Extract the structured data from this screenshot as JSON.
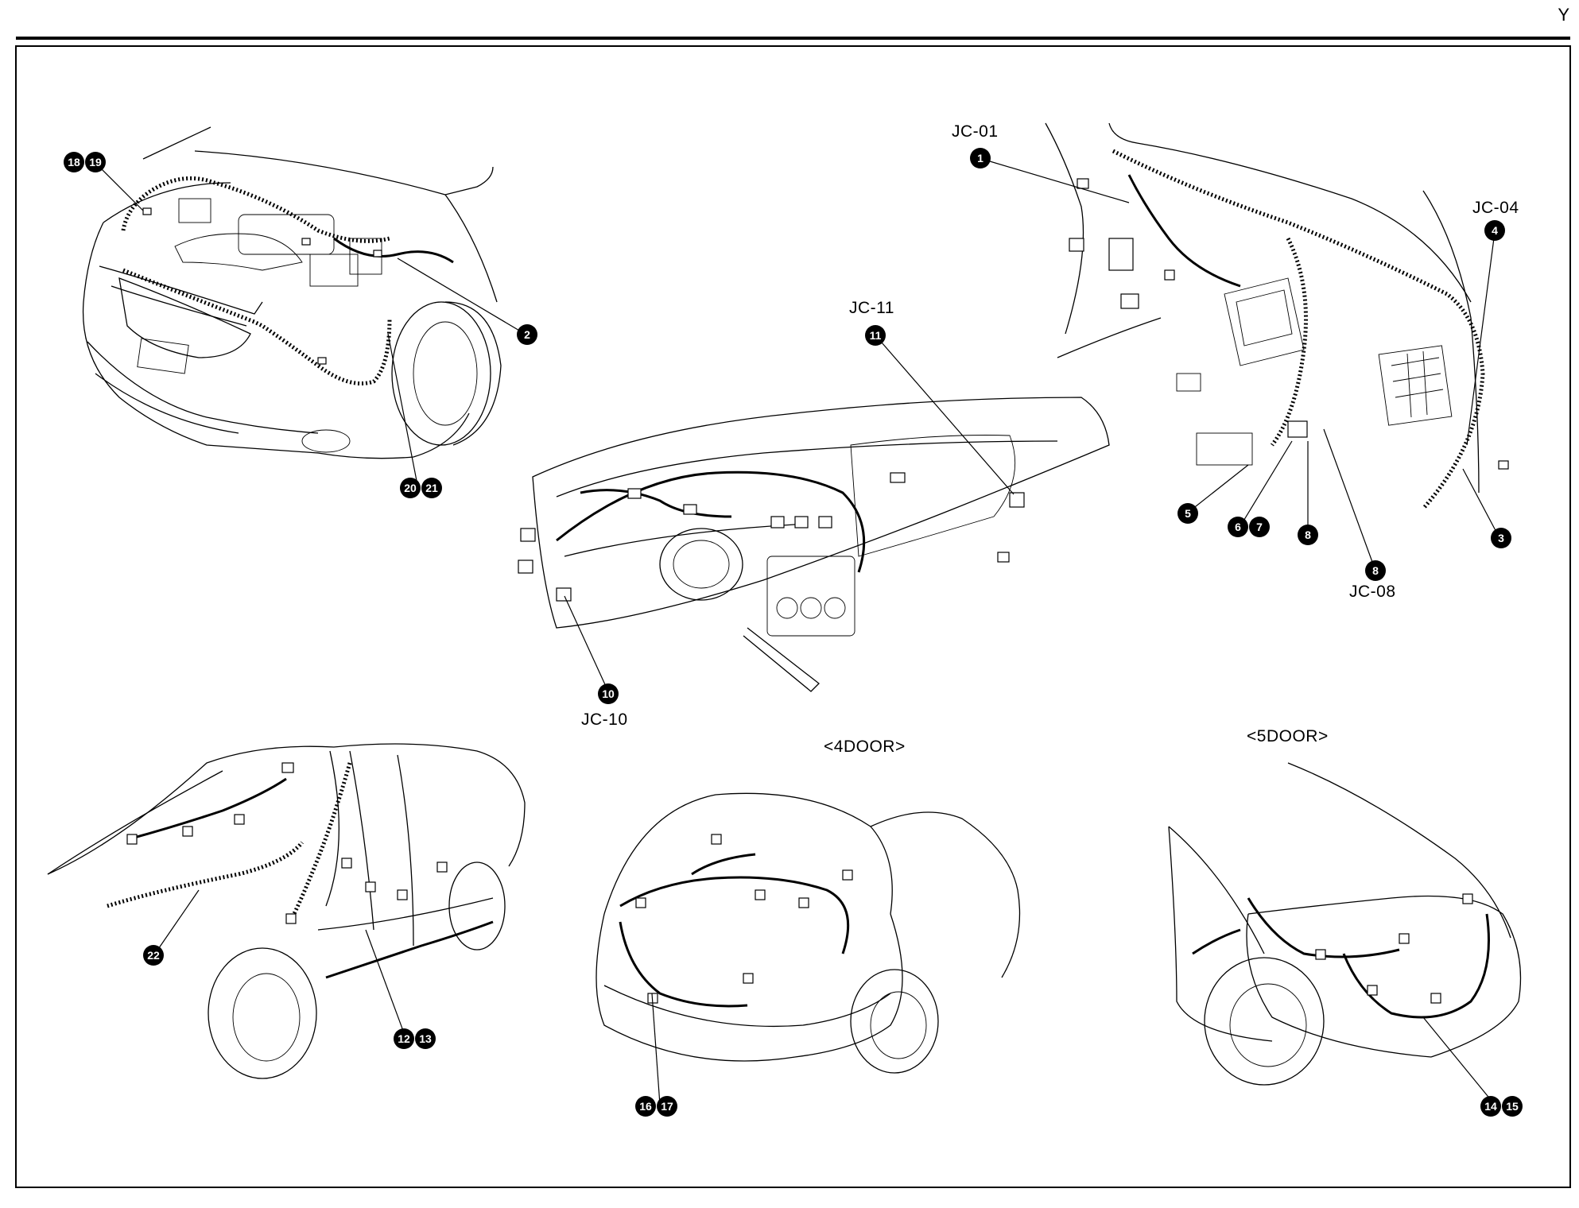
{
  "corner_letter": "Y",
  "labels": {
    "jc01": "JC-01",
    "jc04": "JC-04",
    "jc08": "JC-08",
    "jc10": "JC-10",
    "jc11": "JC-11",
    "door4": "<4DOOR>",
    "door5": "<5DOOR>"
  },
  "markers": {
    "m1": "1",
    "m2": "2",
    "m3": "3",
    "m4": "4",
    "m5": "5",
    "m6": "6",
    "m7": "7",
    "m8a": "8",
    "m8b": "8",
    "m10": "10",
    "m11": "11",
    "m12": "12",
    "m13": "13",
    "m14": "14",
    "m15": "15",
    "m16": "16",
    "m17": "17",
    "m18": "18",
    "m19": "19",
    "m20": "20",
    "m21": "21",
    "m22": "22"
  }
}
